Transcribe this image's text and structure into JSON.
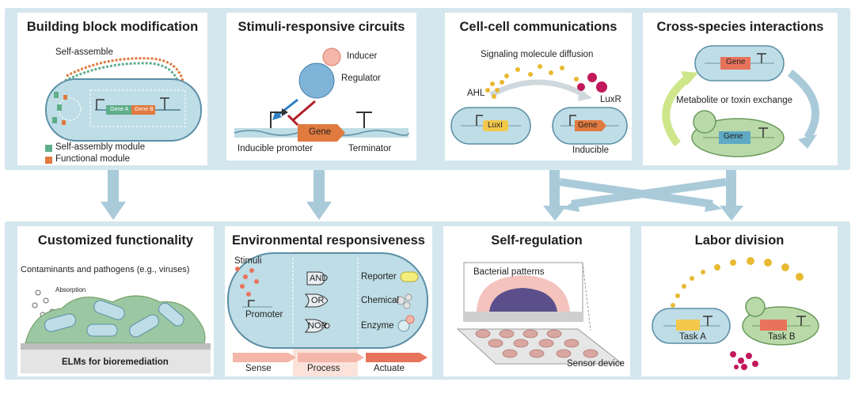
{
  "top_panels": [
    {
      "title": "Building block modification",
      "labels": {
        "self_assemble": "Self-assemble",
        "gene_a": "Gene A",
        "gene_b": "Gene B",
        "legend_1": "Self-assembly module",
        "legend_2": "Functional module"
      }
    },
    {
      "title": "Stimuli-responsive circuits",
      "labels": {
        "inducer": "Inducer",
        "regulator": "Regulator",
        "gene": "Gene",
        "promoter": "Inducible promoter",
        "terminator": "Terminator"
      }
    },
    {
      "title": "Cell-cell communications",
      "labels": {
        "diffusion": "Signaling molecule diffusion",
        "ahl": "AHL",
        "luxr": "LuxR",
        "luxi": "LuxI",
        "gene": "Gene",
        "inducible": "Inducible"
      }
    },
    {
      "title": "Cross-species interactions",
      "labels": {
        "gene_top": "Gene",
        "exchange": "Metabolite or toxin exchange",
        "gene_bottom": "Gene"
      }
    }
  ],
  "bottom_panels": [
    {
      "title": "Customized functionality",
      "labels": {
        "contaminants": "Contaminants and pathogens (e.g., viruses)",
        "absorption": "Absorption",
        "elms": "ELMs for bioremediation"
      }
    },
    {
      "title": "Environmental responsiveness",
      "labels": {
        "stimuli": "Stimuli",
        "promoter": "Promoter",
        "and": "AND",
        "or": "OR",
        "nor": "NOR",
        "reporter": "Reporter",
        "chemical": "Chemical",
        "enzyme": "Enzyme",
        "sense": "Sense",
        "process": "Process",
        "actuate": "Actuate"
      }
    },
    {
      "title": "Self-regulation",
      "labels": {
        "patterns": "Bacterial patterns",
        "sensor": "Sensor device"
      }
    },
    {
      "title": "Labor division",
      "labels": {
        "task_a": "Task A",
        "task_b": "Task B"
      }
    }
  ],
  "colors": {
    "band": "#d4e6ee",
    "cell": "#bfdde6",
    "cell_border": "#5b8fa6",
    "green_cell": "#b9d9a9",
    "gene_orange": "#e07a3f",
    "arrow_blue": "#a9cad9",
    "signal_yellow": "#e8b932",
    "signal_red": "#c2185b"
  }
}
